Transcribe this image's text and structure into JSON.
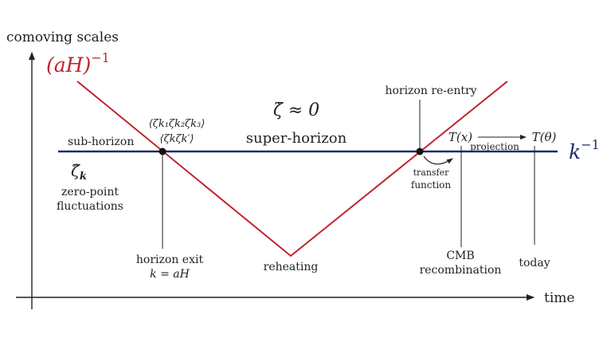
{
  "axes": {
    "y_label": "comoving scales",
    "x_label": "time"
  },
  "curves": {
    "hubble_radius": {
      "base": "(aH)",
      "exponent": "−1",
      "color": "#c0232e"
    },
    "wavelength": {
      "base": "k",
      "exponent": "−1",
      "color": "#1f2a6b"
    }
  },
  "labels": {
    "sub_horizon": "sub-horizon",
    "super_horizon": "super-horizon",
    "zeta_hat": "ζ̂",
    "zeta_hat_sub": "k",
    "zero_point_line1": "zero-point",
    "zero_point_line2": "fluctuations",
    "zeta_dot": "ζ̇ ≈ 0",
    "three_point": "⟨ζk₁ζk₂ζk₃⟩",
    "two_point": "⟨ζkζk′⟩",
    "horizon_exit": "horizon exit",
    "horizon_exit_eq": "k = aH",
    "reheating": "reheating",
    "horizon_reentry": "horizon re-entry",
    "transfer_line1": "transfer",
    "transfer_line2": "function",
    "T_x": "T(x)",
    "projection": "projection",
    "T_theta": "T(θ)",
    "cmb_line1": "CMB",
    "cmb_line2": "recombination",
    "today": "today"
  }
}
